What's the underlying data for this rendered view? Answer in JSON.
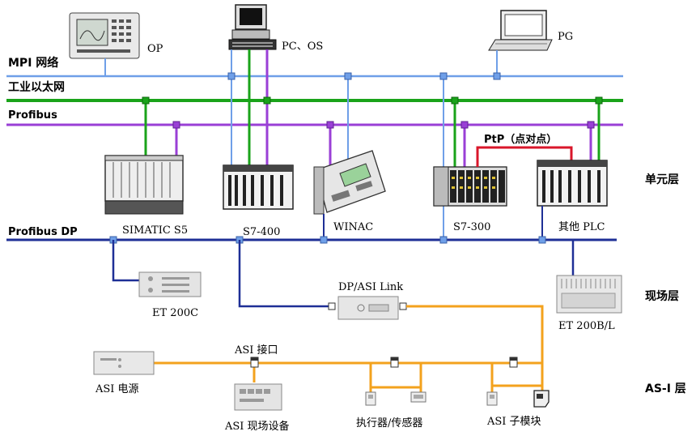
{
  "networks": {
    "mpi": "MPI 网络",
    "ethernet": "工业以太网",
    "profibus": "Profibus",
    "profibus_dp": "Profibus DP"
  },
  "levels": {
    "cell": "单元层",
    "field": "现场层",
    "asi": "AS-I 层"
  },
  "devices": {
    "op": "OP",
    "pc_os": "PC、OS",
    "pg": "PG",
    "simatic_s5": "SIMATIC S5",
    "s7_400": "S7-400",
    "winac": "WINAC",
    "s7_300": "S7-300",
    "other_plc": "其他 PLC",
    "et200c": "ET 200C",
    "dp_asi_link": "DP/ASI Link",
    "et200bl": "ET 200B/L",
    "asi_interface": "ASI 接口",
    "asi_power": "ASI 电源",
    "asi_field_device": "ASI 现场设备",
    "actuator_sensor": "执行器/传感器",
    "asi_submodule": "ASI 子模块"
  },
  "links": {
    "ptp": "PtP（点对点）"
  },
  "colors": {
    "mpi": "#6f9fe8",
    "ethernet": "#1aa31a",
    "profibus": "#9a3fd6",
    "profibus_dp": "#1e2f96",
    "asi": "#f3a21d",
    "ptp": "#d9162a"
  }
}
